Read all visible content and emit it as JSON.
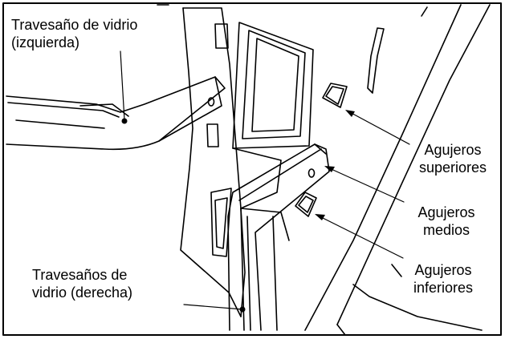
{
  "labels": {
    "glass_rail_left": [
      "Travesaño de vidrio",
      "(izquierda)"
    ],
    "glass_rails_right": [
      "Travesaños de",
      "vidrio (derecha)"
    ],
    "holes_upper": [
      "Agujeros",
      "superiores"
    ],
    "holes_middle": [
      "Agujeros",
      "medios"
    ],
    "holes_lower": [
      "Agujeros",
      "inferiores"
    ]
  },
  "colors": {
    "stroke": "#000000",
    "background": "#ffffff"
  }
}
